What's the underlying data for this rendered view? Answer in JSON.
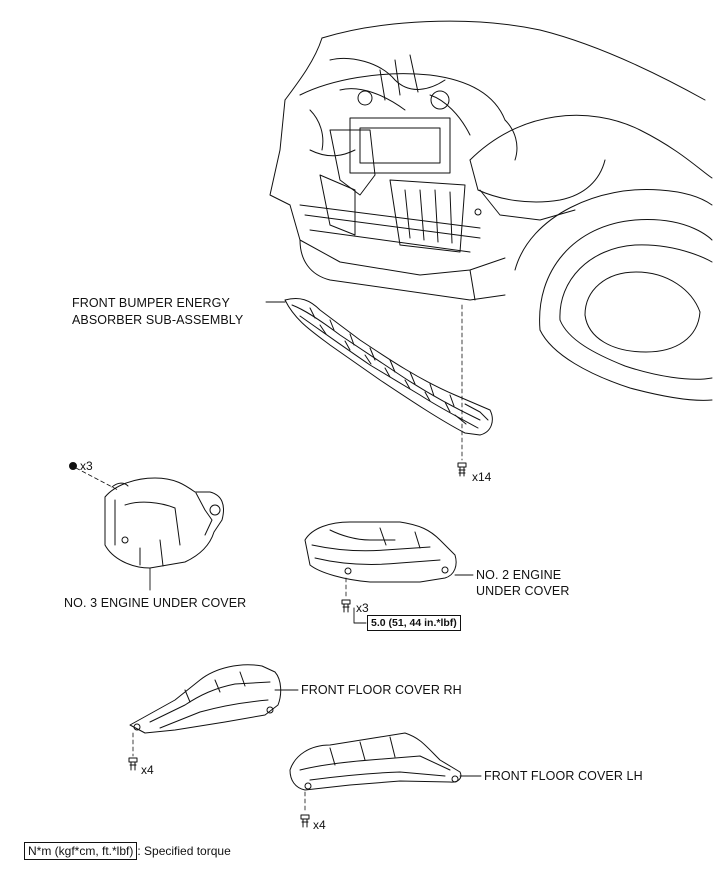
{
  "labels": {
    "absorber_line1": "FRONT BUMPER ENERGY",
    "absorber_line2": "ABSORBER SUB-ASSEMBLY",
    "no3_cover": "NO. 3 ENGINE UNDER COVER",
    "no2_line1": "NO. 2 ENGINE",
    "no2_line2": "UNDER COVER",
    "floor_rh": "FRONT FLOOR COVER RH",
    "floor_lh": "FRONT FLOOR COVER LH"
  },
  "fasteners": {
    "absorber_qty": "x14",
    "no3_qty": "x3",
    "no2_qty": "x3",
    "rh_qty": "x4",
    "lh_qty": "x4"
  },
  "torque": {
    "no2_value": "5.0 (51, 44 in.*lbf)"
  },
  "legend": {
    "unit_box": "N*m (kgf*cm, ft.*lbf)",
    "description": ": Specified torque"
  }
}
